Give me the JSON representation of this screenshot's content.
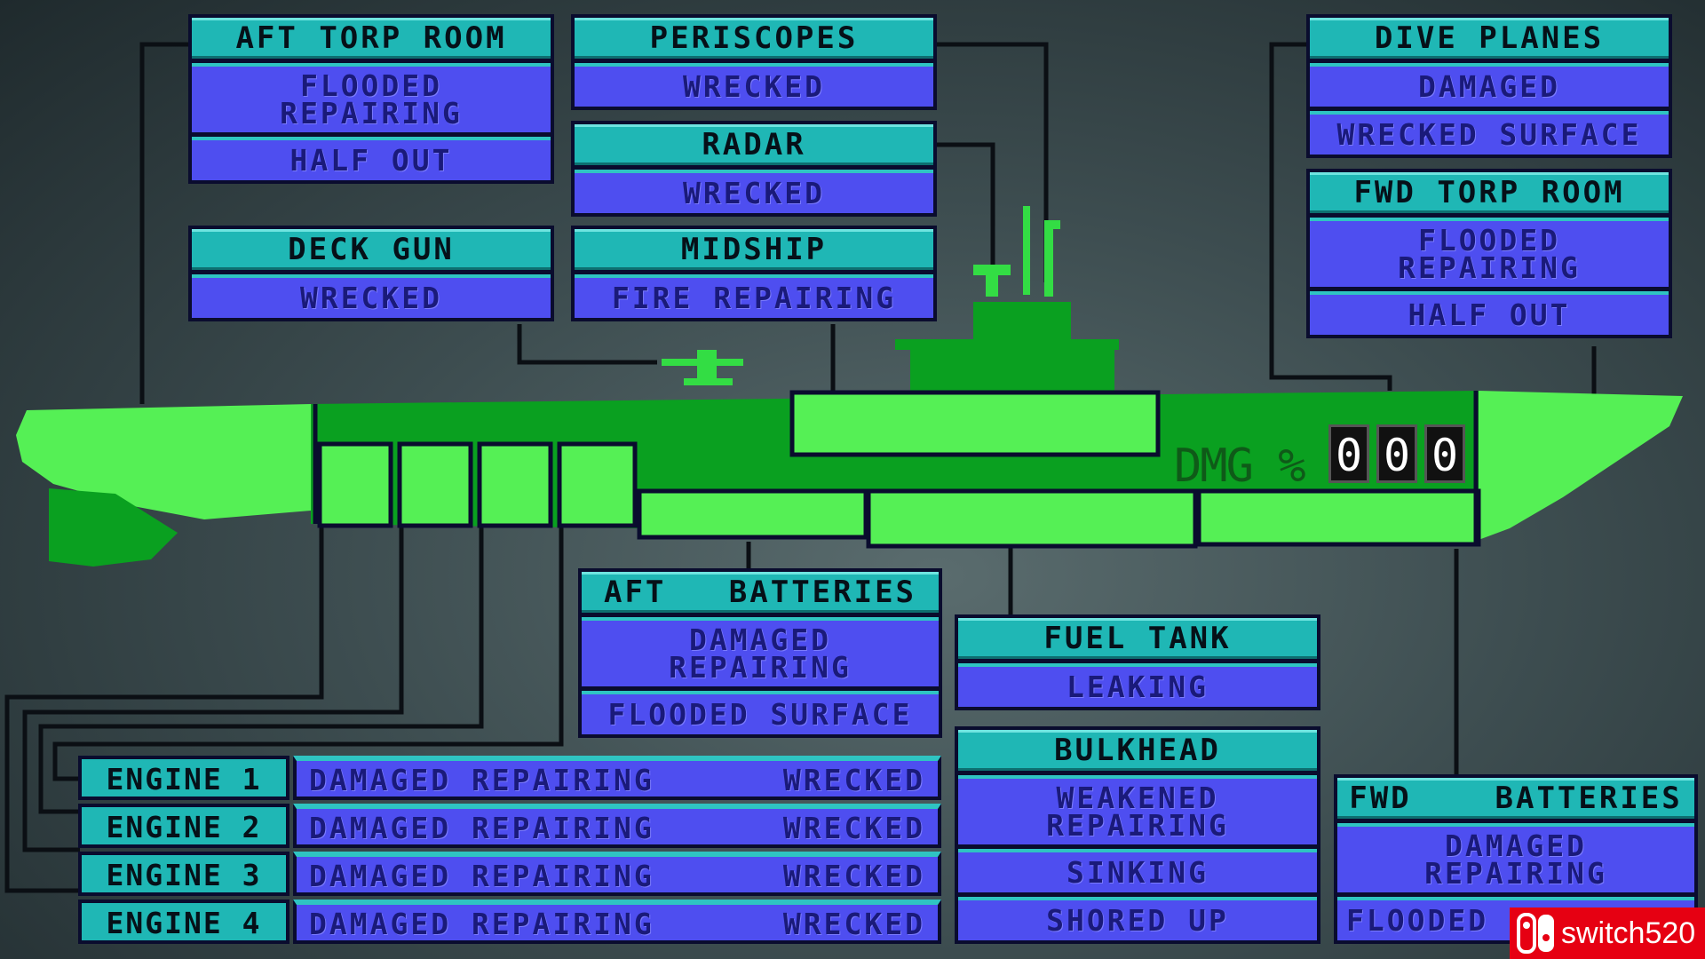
{
  "aft_torp_room": {
    "title": "AFT TORP ROOM",
    "rows": [
      "FLOODED\nREPAIRING",
      "HALF OUT"
    ]
  },
  "periscopes": {
    "title": "PERISCOPES",
    "rows": [
      "WRECKED"
    ]
  },
  "radar": {
    "title": "RADAR",
    "rows": [
      "WRECKED"
    ]
  },
  "deck_gun": {
    "title": "DECK GUN",
    "rows": [
      "WRECKED"
    ]
  },
  "midship": {
    "title": "MIDSHIP",
    "rows": [
      "FIRE REPAIRING"
    ]
  },
  "dive_planes": {
    "title": "DIVE PLANES",
    "rows": [
      "DAMAGED",
      "WRECKED SURFACE"
    ]
  },
  "fwd_torp_room": {
    "title": "FWD TORP ROOM",
    "rows": [
      "FLOODED\nREPAIRING",
      "HALF OUT"
    ]
  },
  "aft_batteries": {
    "title": "AFT   BATTERIES",
    "rows": [
      "DAMAGED\nREPAIRING",
      "FLOODED SURFACE"
    ]
  },
  "fuel_tank": {
    "title": "FUEL TANK",
    "rows": [
      "LEAKING"
    ]
  },
  "bulkhead": {
    "title": "BULKHEAD",
    "rows": [
      "WEAKENED\nREPAIRING",
      "SINKING",
      "SHORED UP"
    ]
  },
  "fwd_batteries": {
    "title": "FWD    BATTERIES",
    "rows": [
      "DAMAGED\nREPAIRING",
      "FLOODED"
    ]
  },
  "engines": [
    {
      "label": "ENGINE 1",
      "status": "DAMAGED REPAIRING",
      "condition": "WRECKED"
    },
    {
      "label": "ENGINE 2",
      "status": "DAMAGED REPAIRING",
      "condition": "WRECKED"
    },
    {
      "label": "ENGINE 3",
      "status": "DAMAGED REPAIRING",
      "condition": "WRECKED"
    },
    {
      "label": "ENGINE 4",
      "status": "DAMAGED REPAIRING",
      "condition": "WRECKED"
    }
  ],
  "damage": {
    "label": "DMG %",
    "digits": [
      "0",
      "0",
      "0"
    ]
  },
  "watermark": "switch520",
  "colors": {
    "hull_light": "#55f055",
    "hull_dark": "#0aa020",
    "header": "#1fb7b5",
    "status": "#4e4ef0"
  }
}
